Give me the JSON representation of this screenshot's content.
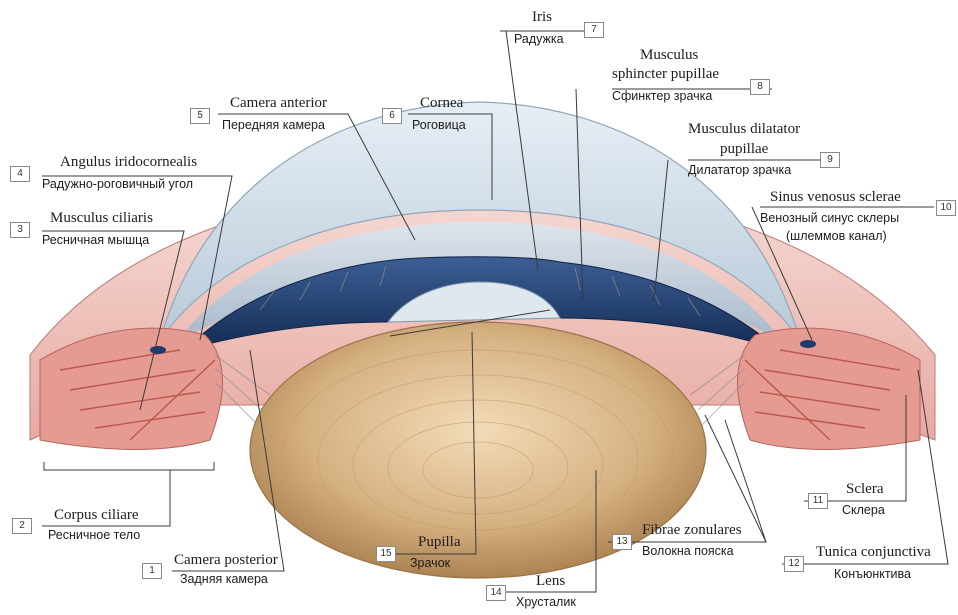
{
  "labels": [
    {
      "num": "1",
      "latin": "Camera posterior",
      "russian": "Задняя камера"
    },
    {
      "num": "2",
      "latin": "Corpus ciliare",
      "russian": "Ресничное тело"
    },
    {
      "num": "3",
      "latin": "Musculus ciliaris",
      "russian": "Ресничная мышца"
    },
    {
      "num": "4",
      "latin": "Angulus iridocornealis",
      "russian": "Радужно-роговичный угол"
    },
    {
      "num": "5",
      "latin": "Camera anterior",
      "russian": "Передняя камера"
    },
    {
      "num": "6",
      "latin": "Cornea",
      "russian": "Роговица"
    },
    {
      "num": "7",
      "latin": "Iris",
      "russian": "Радужка"
    },
    {
      "num": "8",
      "latin": "Musculus sphincter pupillae",
      "latin_lines": [
        "Musculus",
        "sphincter pupillae"
      ],
      "russian": "Сфинктер зрачка"
    },
    {
      "num": "9",
      "latin": "Musculus dilatator pupillae",
      "latin_lines": [
        "Musculus dilatator",
        "pupillae"
      ],
      "russian": "Дилататор зрачка"
    },
    {
      "num": "10",
      "latin": "Sinus venosus sclerae",
      "russian": "Венозный синус склеры",
      "russian_extra": "(шлеммов канал)"
    },
    {
      "num": "11",
      "latin": "Sclera",
      "russian": "Склера"
    },
    {
      "num": "12",
      "latin": "Tunica conjunctiva",
      "russian": "Конъюнктива"
    },
    {
      "num": "13",
      "latin": "Fibrae zonulares",
      "russian": "Волокна пояска"
    },
    {
      "num": "14",
      "latin": "Lens",
      "russian": "Хрусталик"
    },
    {
      "num": "15",
      "latin": "Pupilla",
      "russian": "Зрачок"
    }
  ],
  "colors": {
    "cornea": "#c9d9e6",
    "iris": "#1f3b6e",
    "lens": "#d2ad7d",
    "muscle": "#d9837f",
    "sclera": "#eec3bd",
    "leader": "#3a3a3a"
  }
}
